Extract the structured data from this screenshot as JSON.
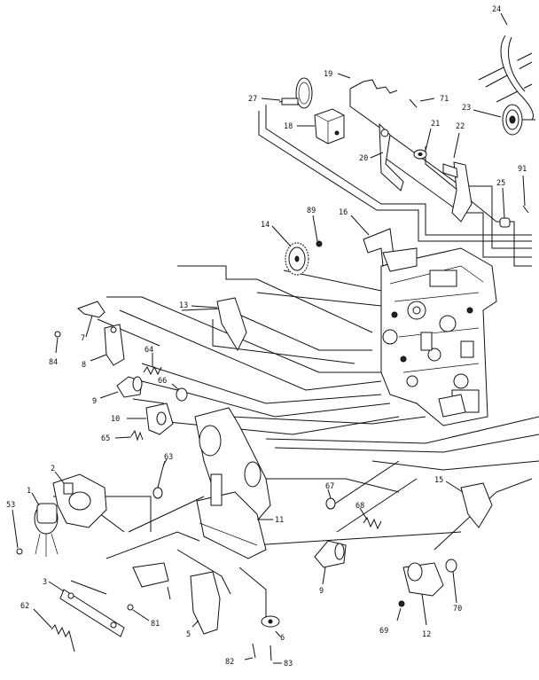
{
  "labels": {
    "p1": "1",
    "p2": "2",
    "p3": "3",
    "p5": "5",
    "p6": "6",
    "p7": "7",
    "p8": "8",
    "p9a": "9",
    "p9b": "9",
    "p10": "10",
    "p11": "11",
    "p12": "12",
    "p13": "13",
    "p14": "14",
    "p15": "15",
    "p16": "16",
    "p18": "18",
    "p19": "19",
    "p20": "20",
    "p21": "21",
    "p22": "22",
    "p23": "23",
    "p24": "24",
    "p25": "25",
    "p27": "27",
    "p53": "53",
    "p62": "62",
    "p63": "63",
    "p64": "64",
    "p65": "65",
    "p66": "66",
    "p67": "67",
    "p68": "68",
    "p69": "69",
    "p70": "70",
    "p71": "71",
    "p81": "81",
    "p82": "82",
    "p83": "83",
    "p84": "84",
    "p89": "89",
    "p91": "91"
  }
}
